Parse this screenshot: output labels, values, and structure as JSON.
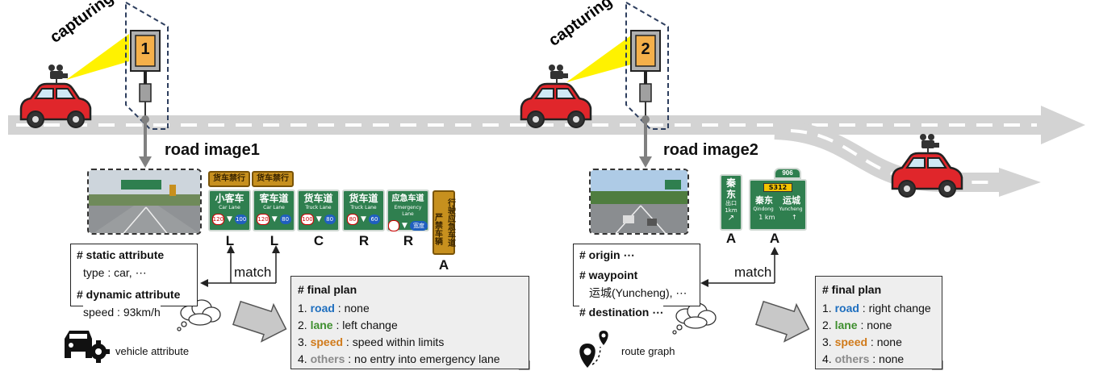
{
  "colors": {
    "road": "#d3d3d3",
    "road_kw": "#1f6fbf",
    "lane_kw": "#3f8f2f",
    "speed_kw": "#d07a1a",
    "others_kw": "#8a8a8a"
  },
  "scene1": {
    "camera_label": "capturing",
    "sign_number": "1",
    "image_title": "road image1",
    "sign_labels": [
      "L",
      "L",
      "C",
      "R",
      "R",
      "A"
    ],
    "match_label": "match",
    "attributes": {
      "static_heading": "# static attribute",
      "static_value": "type : car, ⋯",
      "dynamic_heading": "# dynamic attribute",
      "dynamic_value": "speed : 93km/h"
    },
    "caption": "vehicle attribute",
    "plan": {
      "heading": "# final plan",
      "items": [
        {
          "num": "1.",
          "key": "road",
          "value": " : none"
        },
        {
          "num": "2.",
          "key": "lane",
          "value": " : left change"
        },
        {
          "num": "3.",
          "key": "speed",
          "value": " : speed within limits"
        },
        {
          "num": "4.",
          "key": "others",
          "value": " : no entry into emergency lane"
        }
      ]
    }
  },
  "scene2": {
    "camera_label": "capturing",
    "sign_number": "2",
    "image_title": "road image2",
    "sign_labels": [
      "A",
      "A"
    ],
    "match_label": "match",
    "route": {
      "origin": "# origin ⋯",
      "waypoint_heading": "# waypoint",
      "waypoint_value": "运城(Yuncheng), ⋯",
      "destination": "# destination ⋯"
    },
    "caption": "route graph",
    "plan": {
      "heading": "# final plan",
      "items": [
        {
          "num": "1.",
          "key": "road",
          "value": " : right change"
        },
        {
          "num": "2.",
          "key": "lane",
          "value": " : none"
        },
        {
          "num": "3.",
          "key": "speed",
          "value": " : none"
        },
        {
          "num": "4.",
          "key": "others",
          "value": " : none"
        }
      ]
    }
  },
  "lane_signs": {
    "prohibit": [
      "货车禁行",
      "货车禁行"
    ],
    "lanes": [
      {
        "title": "小客车",
        "sub": "Car  Lane",
        "min": "120",
        "max": "100"
      },
      {
        "title": "客车道",
        "sub": "Car  Lane",
        "min": "120",
        "max": "80"
      },
      {
        "title": "货车道",
        "sub": "Truck Lane",
        "min": "100",
        "max": "80"
      },
      {
        "title": "货车道",
        "sub": "Truck Lane",
        "min": "80",
        "max": "60"
      },
      {
        "title": "应急车道",
        "sub": "Emergency Lane",
        "min": "",
        "max": "宽度3m"
      }
    ],
    "vertical_left": "严禁车辆",
    "vertical_right": "行驶应急车道"
  },
  "route_signs": {
    "left": {
      "line1": "秦",
      "line2": "东",
      "exit": "出口",
      "dist": "1km"
    },
    "right": {
      "badge": "906",
      "route": "S312",
      "cn1": "秦东",
      "cn2": "运城",
      "en1": "Qindong",
      "en2": "Yuncheng",
      "dist": "1 km"
    }
  }
}
